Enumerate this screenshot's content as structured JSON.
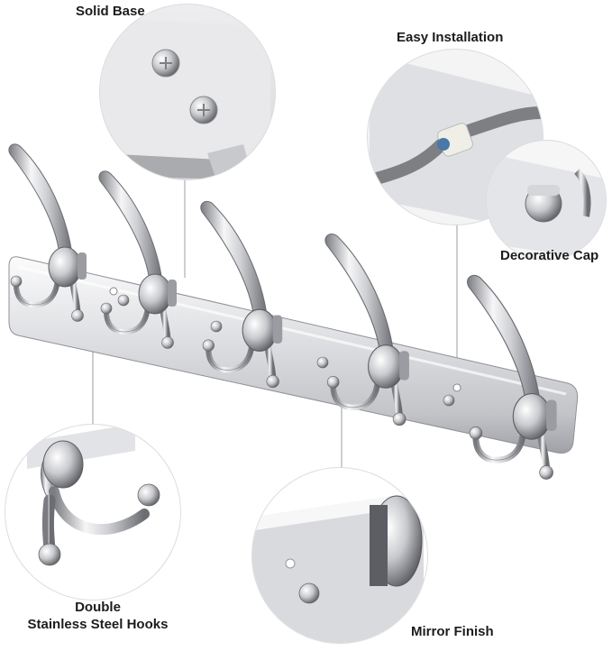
{
  "callouts": {
    "solid_base": "Solid Base",
    "easy_installation": "Easy Installation",
    "decorative_cap": "Decorative Cap",
    "double_hooks_line1": "Double",
    "double_hooks_line2": "Stainless Steel Hooks",
    "mirror_finish": "Mirror Finish"
  },
  "product": {
    "hook_count": 5,
    "colors": {
      "chrome_light": "#f4f4f6",
      "chrome_mid": "#c4c6ca",
      "chrome_dark": "#6f7176",
      "screw_cable": "#8a8a8c"
    }
  }
}
